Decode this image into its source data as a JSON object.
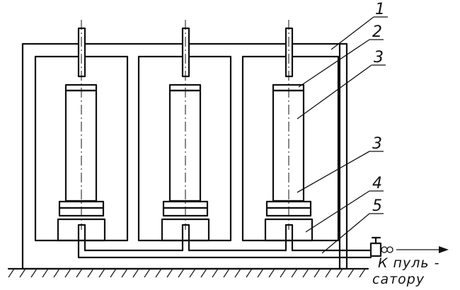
{
  "callouts": {
    "c1": "1",
    "c2": "2",
    "c3a": "3",
    "c3b": "3",
    "c4": "4",
    "c5": "5"
  },
  "caption": {
    "line1": "К пуль -",
    "line2": "сатору"
  }
}
